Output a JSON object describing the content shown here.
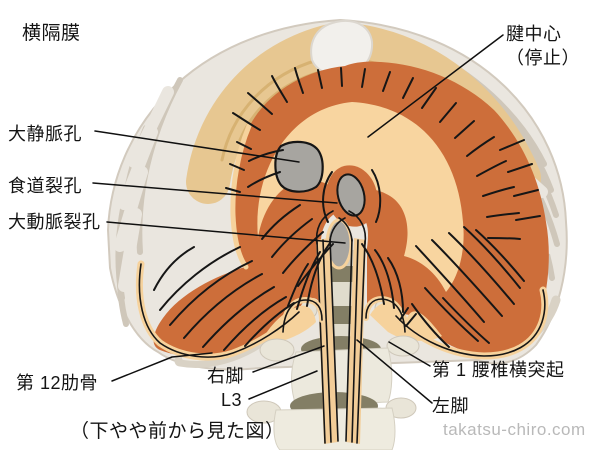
{
  "title": "横隔膜",
  "caption": "（下やや前から見た図）",
  "watermark": "takatsu-chiro.com",
  "labels": {
    "central_tendon_line1": "腱中心",
    "central_tendon_line2": "（停止）",
    "vena_cava_foramen": "大静脈孔",
    "esophageal_hiatus": "食道裂孔",
    "aortic_hiatus": "大動脈裂孔",
    "rib_12": "第 12肋骨",
    "right_crus": "右脚",
    "l3": "L3",
    "l1_transverse_process": "第 1 腰椎横突起",
    "left_crus": "左脚"
  },
  "colors": {
    "muscle_orange": "#cd6e3a",
    "tendon_cream": "#f8d5a0",
    "rim_cream": "#f6d29c",
    "foramen_gray": "#a7a5a0",
    "rib_white": "#eae6df",
    "rib_shadow": "#cfc7ba",
    "cartilage_tan": "#e7c791",
    "cartilage_streak": "#d7b272",
    "disc_olive": "#837e65",
    "vertebra_white": "#eeebdf",
    "line_black": "#161616",
    "watermark_gray": "#b9b9b9"
  }
}
